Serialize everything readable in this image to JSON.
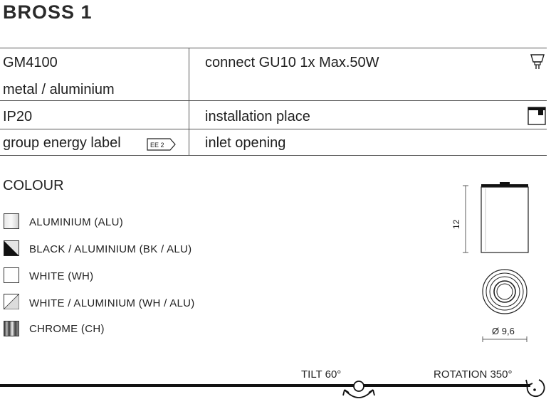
{
  "title": "BROSS 1",
  "specs": {
    "code": "GM4100",
    "material": "metal / aluminium",
    "ip": "IP20",
    "energy_label": "group energy label",
    "energy_badge": "EE 2",
    "connect": "connect GU10 1x Max.50W",
    "installation": "installation place",
    "inlet": "inlet opening"
  },
  "colour": {
    "heading": "COLOUR",
    "items": [
      {
        "label": "ALUMINIUM (ALU)",
        "swatch": "aluminium"
      },
      {
        "label": "BLACK / ALUMINIUM (BK / ALU)",
        "swatch": "black-aluminium"
      },
      {
        "label": "WHITE (WH)",
        "swatch": "white"
      },
      {
        "label": "WHITE / ALUMINIUM (WH / ALU)",
        "swatch": "white-aluminium"
      },
      {
        "label": "CHROME (CH)",
        "swatch": "chrome"
      }
    ]
  },
  "dimensions": {
    "height": "12",
    "diameter": "Ø 9,6"
  },
  "motion": {
    "tilt": "TILT 60°",
    "rotation": "ROTATION 350°"
  },
  "icons": [
    "gu10-bulb-icon",
    "installation-ceiling-icon",
    "energy-label-icon",
    "tilt-icon",
    "rotation-icon"
  ]
}
